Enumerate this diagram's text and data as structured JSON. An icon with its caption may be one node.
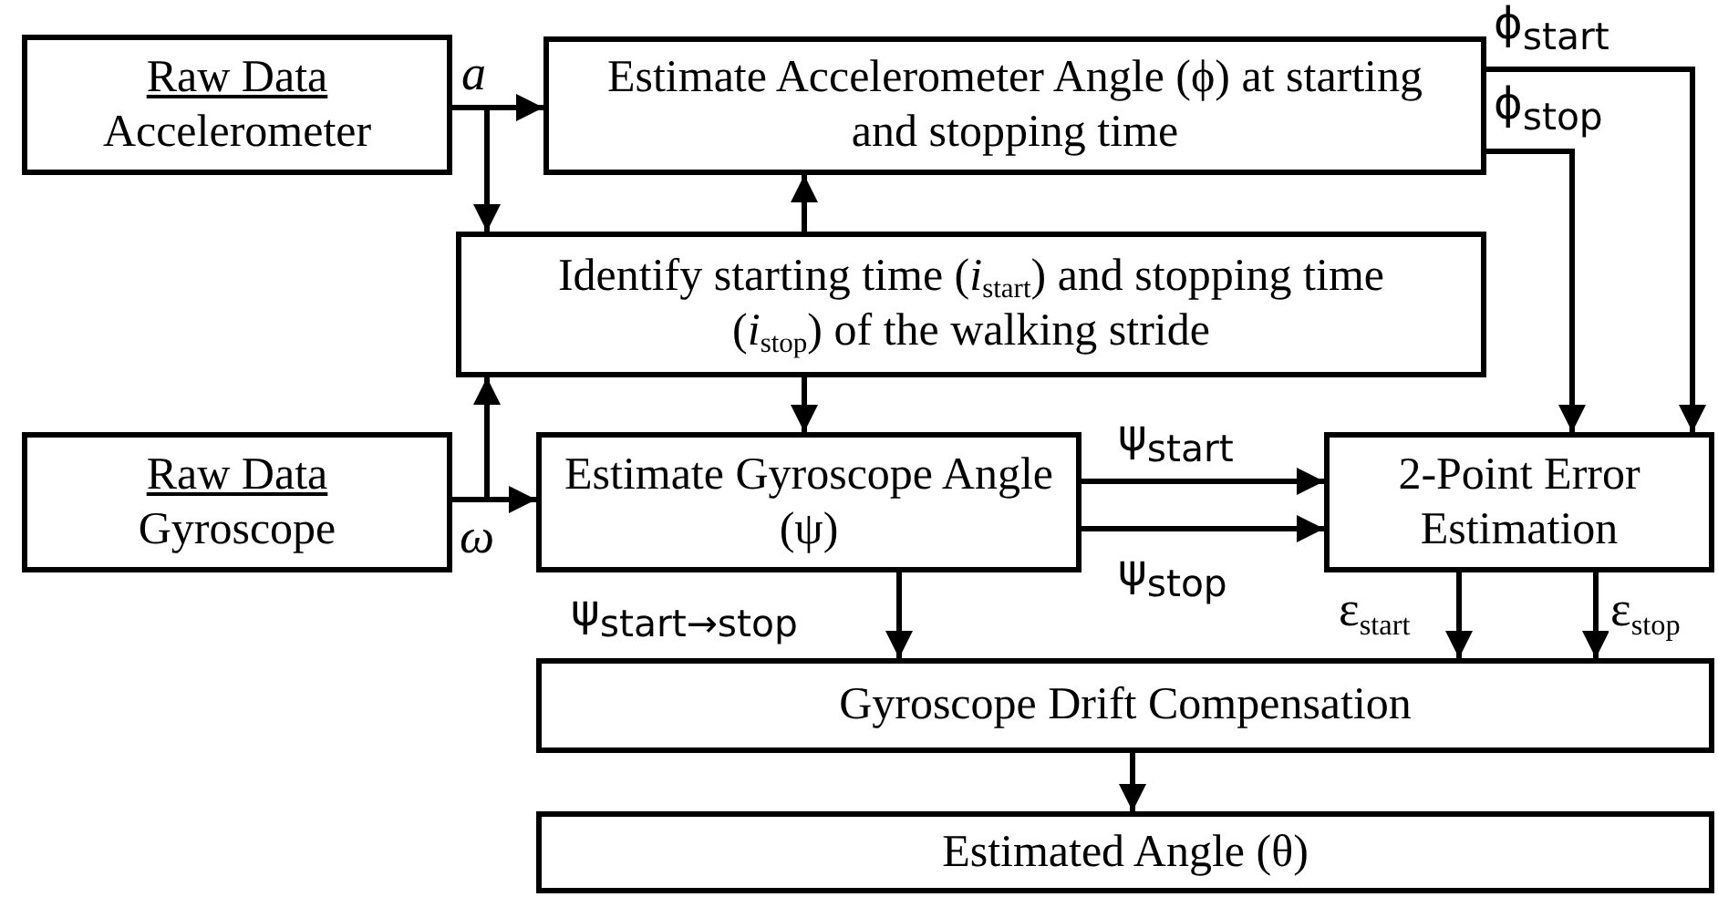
{
  "diagram": {
    "nodes": [
      {
        "text": [
          "Raw Data",
          "Accelerometer"
        ]
      },
      {
        "text": [
          "Estimate Accelerometer Angle (ϕ) at starting and stopping time"
        ]
      },
      {
        "text": [
          "Identify starting time (*i*$_{start}$) and stopping time (*i*$_{stop}$) of the walking stride"
        ]
      },
      {
        "text": [
          "Raw Data",
          "Gyroscope"
        ]
      },
      {
        "text": [
          "Estimate Gyroscope Angle (ψ)"
        ]
      },
      {
        "text": [
          "2-Point Error Estimation"
        ]
      },
      {
        "text": [
          "Gyroscope Drift Compensation"
        ]
      },
      {
        "text": [
          "Estimated Angle (θ)"
        ]
      }
    ],
    "edges": [
      {
        "from": 0,
        "to": 1,
        "arrow": "to",
        "label": "*a*"
      },
      {
        "from": 0,
        "to": 2,
        "arrow": "to"
      },
      {
        "from": 2,
        "to": 1,
        "arrow": "to"
      },
      {
        "from": 2,
        "to": 4,
        "arrow": "to"
      },
      {
        "from": 3,
        "to": 2,
        "arrow": "to"
      },
      {
        "from": 3,
        "to": 4,
        "arrow": "to",
        "label": "*ω*"
      },
      {
        "from": 1,
        "to": 5,
        "arrow": "to",
        "label": "ϕ$_{start}$"
      },
      {
        "from": 1,
        "to": 5,
        "arrow": "to",
        "label": "ϕ$_{stop}$"
      },
      {
        "from": 4,
        "to": 5,
        "arrow": "to",
        "label": "ψ$_{start}$"
      },
      {
        "from": 4,
        "to": 5,
        "arrow": "to",
        "label": "ψ$_{stop}$"
      },
      {
        "from": 4,
        "to": 6,
        "arrow": "to",
        "label": "ψ$_{start→stop}$"
      },
      {
        "from": 5,
        "to": 6,
        "arrow": "to",
        "label": "ε$_{start}$"
      },
      {
        "from": 5,
        "to": 6,
        "arrow": "to",
        "label": "ε$_{stop}$"
      },
      {
        "from": 6,
        "to": 7,
        "arrow": "to"
      }
    ]
  }
}
